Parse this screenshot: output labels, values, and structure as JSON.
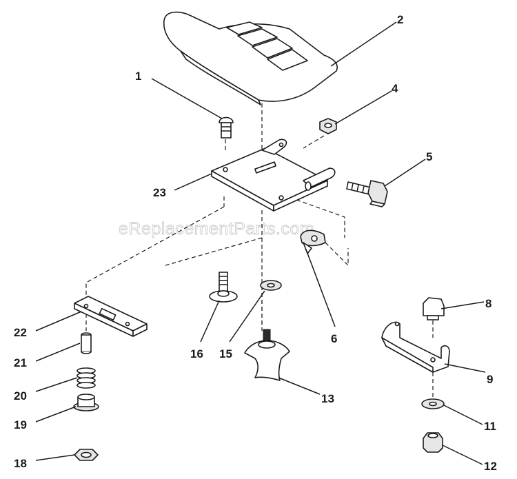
{
  "watermark": "eReplacementParts.com",
  "callouts": [
    {
      "id": "1",
      "text": "1"
    },
    {
      "id": "2",
      "text": "2"
    },
    {
      "id": "4",
      "text": "4"
    },
    {
      "id": "5",
      "text": "5"
    },
    {
      "id": "6",
      "text": "6"
    },
    {
      "id": "8",
      "text": "8"
    },
    {
      "id": "9",
      "text": "9"
    },
    {
      "id": "11",
      "text": "11"
    },
    {
      "id": "12",
      "text": "12"
    },
    {
      "id": "13",
      "text": "13"
    },
    {
      "id": "15",
      "text": "15"
    },
    {
      "id": "16",
      "text": "16"
    },
    {
      "id": "18",
      "text": "18"
    },
    {
      "id": "19",
      "text": "19"
    },
    {
      "id": "20",
      "text": "20"
    },
    {
      "id": "21",
      "text": "21"
    },
    {
      "id": "22",
      "text": "22"
    },
    {
      "id": "23",
      "text": "23"
    }
  ]
}
